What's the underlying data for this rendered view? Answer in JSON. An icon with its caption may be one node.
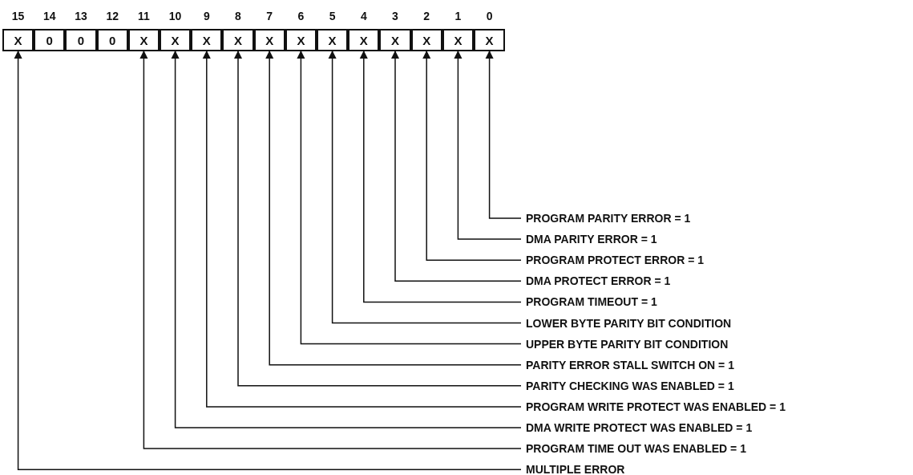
{
  "diagram": {
    "nodes": [
      {
        "text": [
          "X"
        ]
      },
      {
        "text": [
          "0"
        ]
      },
      {
        "text": [
          "0"
        ]
      },
      {
        "text": [
          "0"
        ]
      },
      {
        "text": [
          "X"
        ]
      },
      {
        "text": [
          "X"
        ]
      },
      {
        "text": [
          "X"
        ]
      },
      {
        "text": [
          "X"
        ]
      },
      {
        "text": [
          "X"
        ]
      },
      {
        "text": [
          "X"
        ]
      },
      {
        "text": [
          "X"
        ]
      },
      {
        "text": [
          "X"
        ]
      },
      {
        "text": [
          "X"
        ]
      },
      {
        "text": [
          "X"
        ]
      },
      {
        "text": [
          "X"
        ]
      },
      {
        "text": [
          "X"
        ]
      },
      {
        "text": [
          "PROGRAM PARITY ERROR = 1"
        ]
      },
      {
        "text": [
          "DMA PARITY ERROR = 1"
        ]
      },
      {
        "text": [
          "PROGRAM PROTECT ERROR = 1"
        ]
      },
      {
        "text": [
          "DMA PROTECT ERROR = 1"
        ]
      },
      {
        "text": [
          "PROGRAM TIMEOUT = 1"
        ]
      },
      {
        "text": [
          "LOWER BYTE PARITY BIT CONDITION"
        ]
      },
      {
        "text": [
          "UPPER BYTE PARITY BIT CONDITION"
        ]
      },
      {
        "text": [
          "PARITY ERROR STALL SWITCH ON = 1"
        ]
      },
      {
        "text": [
          "PARITY CHECKING WAS ENABLED = 1"
        ]
      },
      {
        "text": [
          "PROGRAM WRITE PROTECT WAS ENABLED = 1"
        ]
      },
      {
        "text": [
          "DMA WRITE PROTECT WAS ENABLED = 1"
        ]
      },
      {
        "text": [
          "PROGRAM TIME OUT WAS ENABLED = 1"
        ]
      },
      {
        "text": [
          "MULTIPLE ERROR"
        ]
      }
    ],
    "edges": [
      {
        "from": 16,
        "to": 15,
        "arrow": "to"
      },
      {
        "from": 17,
        "to": 14,
        "arrow": "to"
      },
      {
        "from": 18,
        "to": 13,
        "arrow": "to"
      },
      {
        "from": 19,
        "to": 12,
        "arrow": "to"
      },
      {
        "from": 20,
        "to": 11,
        "arrow": "to"
      },
      {
        "from": 21,
        "to": 10,
        "arrow": "to"
      },
      {
        "from": 22,
        "to": 9,
        "arrow": "to"
      },
      {
        "from": 23,
        "to": 8,
        "arrow": "to"
      },
      {
        "from": 24,
        "to": 7,
        "arrow": "to"
      },
      {
        "from": 25,
        "to": 6,
        "arrow": "to"
      },
      {
        "from": 26,
        "to": 5,
        "arrow": "to"
      },
      {
        "from": 27,
        "to": 4,
        "arrow": "to"
      },
      {
        "from": 28,
        "to": 0,
        "arrow": "to"
      }
    ],
    "labels": [
      "15",
      "14",
      "13",
      "12",
      "11",
      "10",
      "9",
      "8",
      "7",
      "6",
      "5",
      "4",
      "3",
      "2",
      "1",
      "0"
    ]
  }
}
